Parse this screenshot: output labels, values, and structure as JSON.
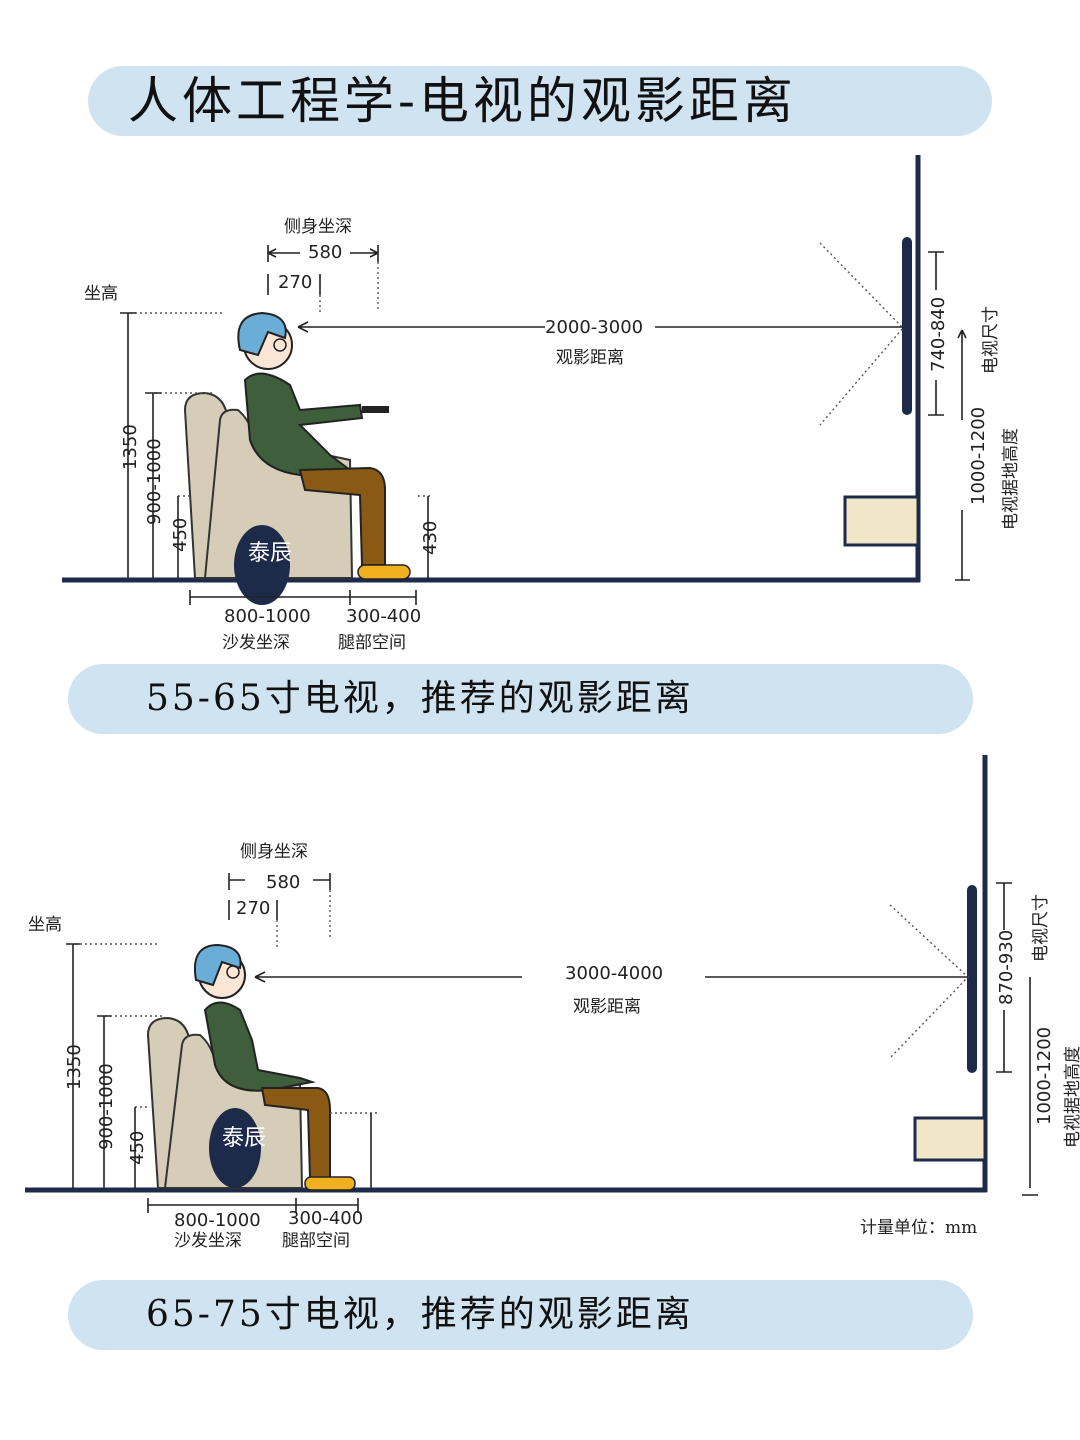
{
  "title": "人体工程学-电视的观影距离",
  "diagram1": {
    "side_depth_label": "侧身坐深",
    "side_depth": "580",
    "side_depth_inner": "270",
    "seat_height_label": "坐高",
    "seat_height": "1350",
    "backrest": "900-1000",
    "seat": "450",
    "leg_height": "430",
    "distance": "2000-3000",
    "distance_label": "观影距离",
    "tv_size": "740-840",
    "tv_size_label": "电视尺寸",
    "tv_height": "1000-1200",
    "tv_height_label": "电视据地高度",
    "sofa_depth": "800-1000",
    "sofa_depth_label": "沙发坐深",
    "leg_space": "300-400",
    "leg_space_label": "腿部空间",
    "watermark": "泰辰"
  },
  "banner1": "55-65寸电视，推荐的观影距离",
  "diagram2": {
    "side_depth_label": "侧身坐深",
    "side_depth": "580",
    "side_depth_inner": "270",
    "seat_height_label": "坐高",
    "seat_height": "1350",
    "backrest": "900-1000",
    "seat": "450",
    "distance": "3000-4000",
    "distance_label": "观影距离",
    "tv_size": "870-930",
    "tv_size_label": "电视尺寸",
    "tv_height": "1000-1200",
    "tv_height_label": "电视据地高度",
    "sofa_depth": "800-1000",
    "sofa_depth_label": "沙发坐深",
    "leg_space": "300-400",
    "leg_space_label": "腿部空间",
    "unit": "计量单位：mm",
    "watermark": "泰辰"
  },
  "banner2": "65-75寸电视，推荐的观影距离",
  "colors": {
    "banner": "#cfe3f0",
    "wall": "#1d2a4a",
    "sofa": "#d6cdb8",
    "sweater": "#3f5e3c",
    "pants": "#8a5a14",
    "hair": "#6aaed8",
    "shoe": "#f0b020"
  }
}
